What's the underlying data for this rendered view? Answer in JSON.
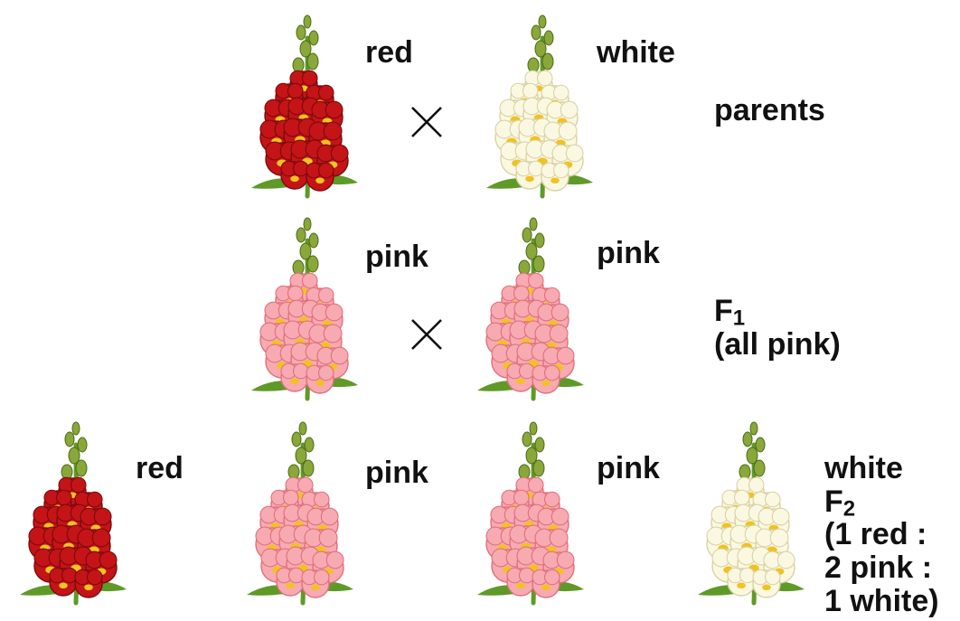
{
  "labels": {
    "parents_red": "red",
    "parents_white": "white",
    "parents": "parents",
    "f1_pink_left": "pink",
    "f1_pink_right": "pink",
    "f1_symbol": "F",
    "f1_subscript": "1",
    "f1_note": "(all pink)",
    "f2_red": "red",
    "f2_pink_left": "pink",
    "f2_pink_right": "pink",
    "f2_white": "white",
    "f2_symbol": "F",
    "f2_subscript": "2",
    "f2_ratio_line1": "(1 red :",
    "f2_ratio_line2": "2 pink :",
    "f2_ratio_line3": "1 white)"
  },
  "colors": {
    "red": "#c41418",
    "red_dark": "#7a0a0c",
    "pink": "#f7aab2",
    "pink_dark": "#e0707c",
    "white": "#fbf8e2",
    "white_dark": "#d8d2a4",
    "stem": "#5f9a28",
    "bud": "#8aa83a",
    "throat": "#f2c21e"
  },
  "icons": [
    "snapdragon-flower",
    "cross-symbol"
  ]
}
